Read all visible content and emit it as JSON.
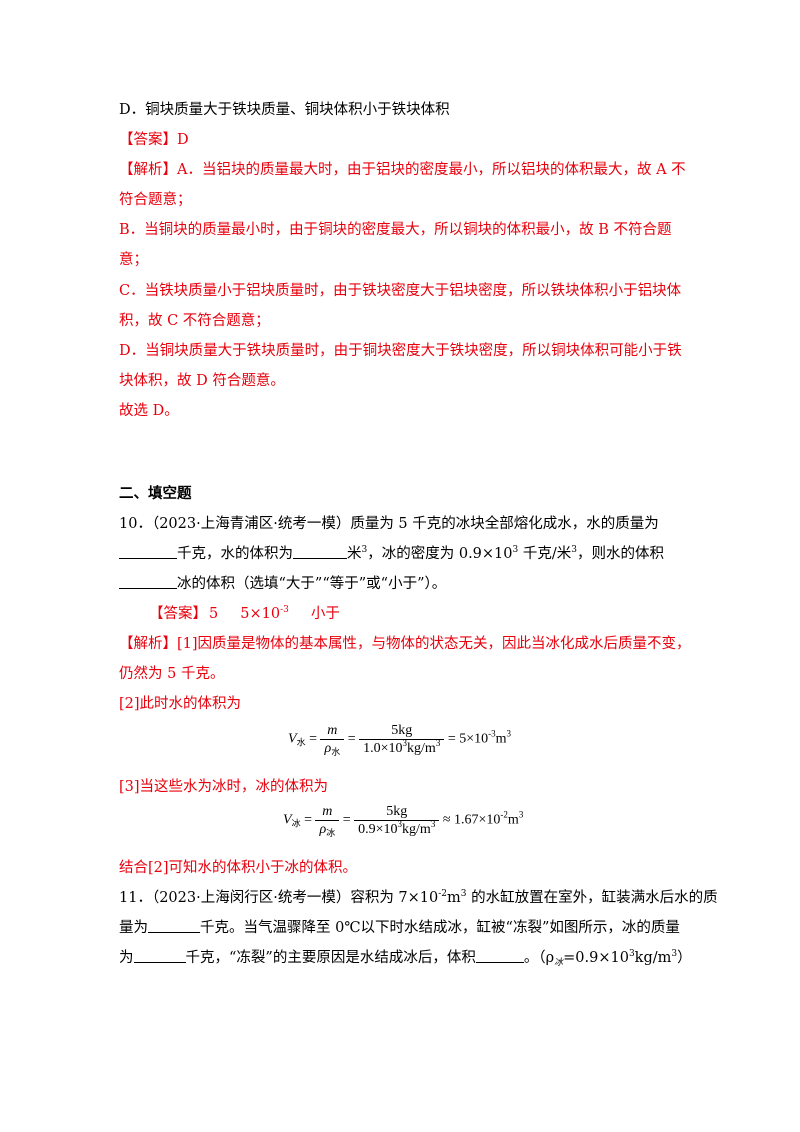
{
  "top": {
    "option_d": "D．铜块质量大于铁块质量、铜块体积小于铁块体积",
    "answer_label": "【答案】",
    "answer_value": "D",
    "analysis_label": "【解析】",
    "analysis_a1": "A．当铝块的质量最大时，由于铝块的密度最小，所以铝块的体积最大，故 A 不",
    "analysis_a2": "符合题意；",
    "analysis_b1": "B．当铜块的质量最小时，由于铜块的密度最大，所以铜块的体积最小，故 B 不符合题",
    "analysis_b2": "意；",
    "analysis_c1": "C．当铁块质量小于铝块质量时，由于铁块密度大于铝块密度，所以铁块体积小于铝块体",
    "analysis_c2": "积，故 C 不符合题意；",
    "analysis_d1": "D．当铜块质量大于铁块质量时，由于铜块密度大于铁块密度，所以铜块体积可能小于铁",
    "analysis_d2": "块体积，故 D 符合题意。",
    "conclusion": "故选 D。"
  },
  "section": {
    "title": "二、填空题"
  },
  "q10": {
    "line1": "10．（2023·上海青浦区·统考一模）质量为 5 千克的冰块全部熔化成水，水的质量为",
    "line2_a": "千克，水的体积为",
    "line2_b": "米",
    "line2_b_exp": "3",
    "line2_c": "，冰的密度为 0.9×10",
    "line2_c_exp": "3",
    "line2_d": " 千克/米",
    "line2_d_exp": "3",
    "line2_e": "，则水的体积",
    "line3": "冰的体积（选填“大于”“等于”或“小于”）。",
    "answer_label": "【答案】",
    "answer_1": "5",
    "answer_2_base": "5×10",
    "answer_2_exp": "-3",
    "answer_3": "小于",
    "analysis_label": "【解析】",
    "analysis_1a": "[1]因质量是物体的基本属性，与物体的状态无关，因此当冰化成水后质量不变，",
    "analysis_1b": "仍然为 5 千克。",
    "analysis_2": "[2]此时水的体积为",
    "eq1": {
      "lhs": "V",
      "lhs_sub": "水",
      "f1_num": "m",
      "f1_den": "ρ",
      "f1_den_sub": "水",
      "f2_num": "5kg",
      "f2_den": "1.0×10",
      "f2_den_exp": "3",
      "f2_den_unit": "kg/m",
      "f2_den_unit_exp": "3",
      "result": "= 5×10",
      "result_exp": "-3",
      "result_unit": "m",
      "result_unit_exp": "3"
    },
    "analysis_3": "[3]当这些水为冰时，冰的体积为",
    "eq2": {
      "lhs": "V",
      "lhs_sub": "冰",
      "f1_num": "m",
      "f1_den": "ρ",
      "f1_den_sub": "冰",
      "f2_num": "5kg",
      "f2_den": "0.9×10",
      "f2_den_exp": "3",
      "f2_den_unit": "kg/m",
      "f2_den_unit_exp": "3",
      "result": "≈ 1.67×10",
      "result_exp": "-2",
      "result_unit": "m",
      "result_unit_exp": "3"
    },
    "conclusion": "结合[2]可知水的体积小于冰的体积。"
  },
  "q11": {
    "line1_a": "11．（2023·上海闵行区·统考一模）容积为 7×10",
    "line1_exp": "-2",
    "line1_b": "m",
    "line1_b_exp": "3",
    "line1_c": " 的水缸放置在室外，缸装满水后水的质",
    "line2_a": "量为",
    "line2_b": "千克。当气温骤降至 0℃以下时水结成冰，缸被“冻裂”如图所示，冰的质量",
    "line3_a": "为",
    "line3_b": "千克，“冻裂”的主要原因是水结成冰后，体积",
    "line3_c": "。（ρ",
    "line3_c_sub": "冰",
    "line3_d": "=0.9×10",
    "line3_d_exp": "3",
    "line3_e": "kg/m",
    "line3_e_exp": "3",
    "line3_f": "）"
  }
}
